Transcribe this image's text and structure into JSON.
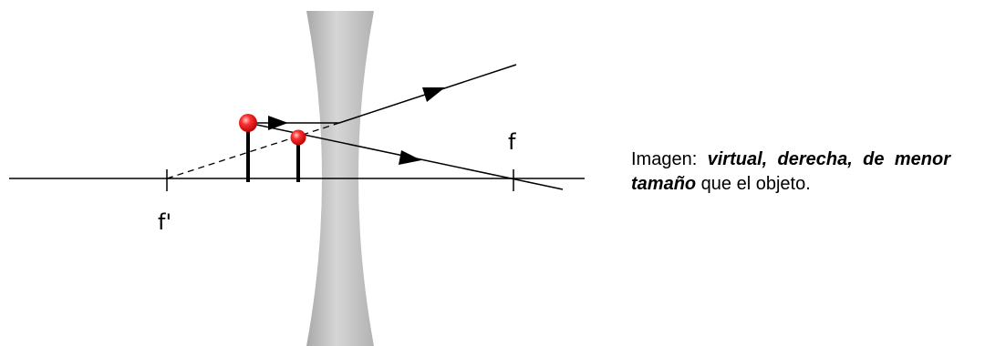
{
  "diagram": {
    "focal_left_label": "f'",
    "focal_right_label": "f",
    "lens_type": "diverging (concave) lens",
    "colors": {
      "lens": "#bcbcbc",
      "object_tip": "#ee1111",
      "lines": "#000000"
    }
  },
  "caption": {
    "prefix": "Imagen: ",
    "emphasis": "virtual, derecha, de menor tamaño",
    "suffix": " que el objeto."
  }
}
